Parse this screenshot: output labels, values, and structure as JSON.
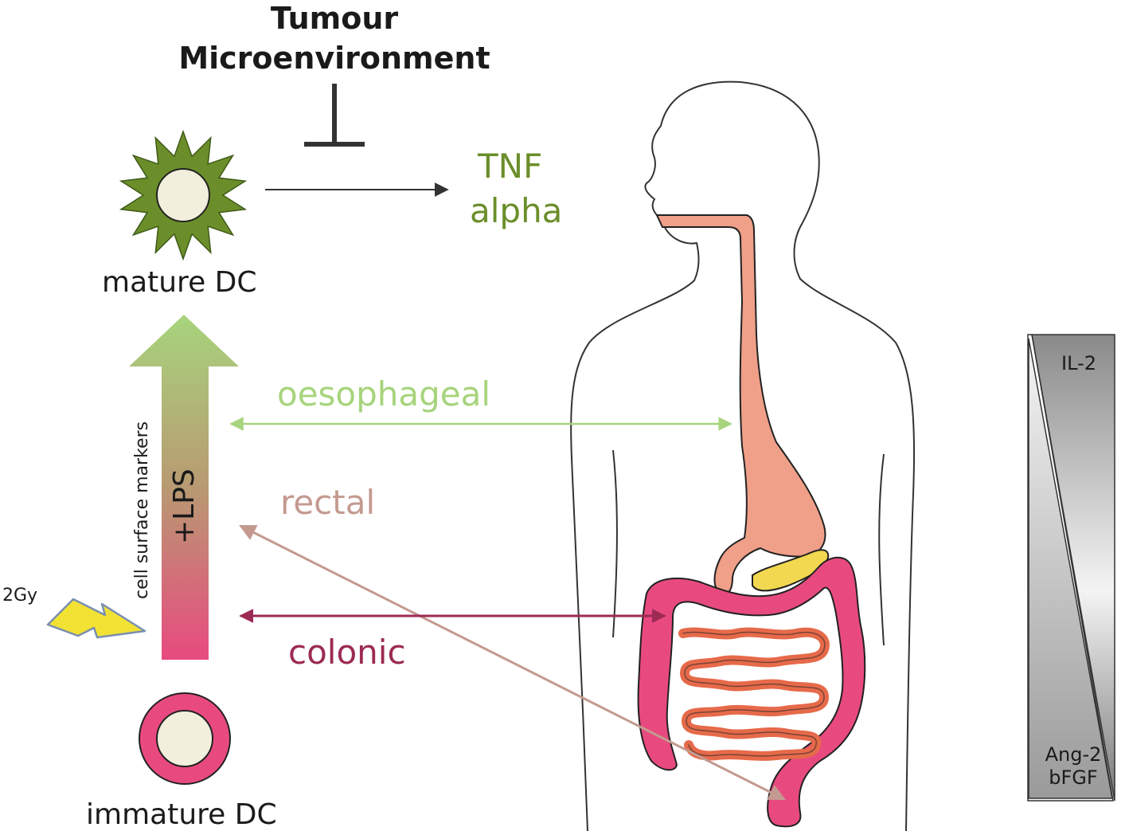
{
  "title_line1": "Tumour",
  "title_line2": "Microenvironment",
  "tnf_line1": "TNF",
  "tnf_line2": "alpha",
  "mature_label": "mature DC",
  "immature_label": "immature DC",
  "arrow_text_markers": "cell surface markers",
  "arrow_text_lps": "+LPS",
  "radiation_label": "2Gy",
  "routes": {
    "oesophageal": "oesophageal",
    "rectal": "rectal",
    "colonic": "colonic"
  },
  "gradient": {
    "top": "IL-2",
    "bottom_line1": "Ang-2",
    "bottom_line2": "bFGF"
  },
  "colors": {
    "green_dark": "#6b8e2a",
    "green_light": "#a7d47c",
    "rectal": "#c49a90",
    "colonic": "#9c2a54",
    "colon_pink": "#e84a7f",
    "oesophagus": "#f0a089",
    "intestine": "#e66a4a",
    "pancreas": "#f2d850"
  }
}
